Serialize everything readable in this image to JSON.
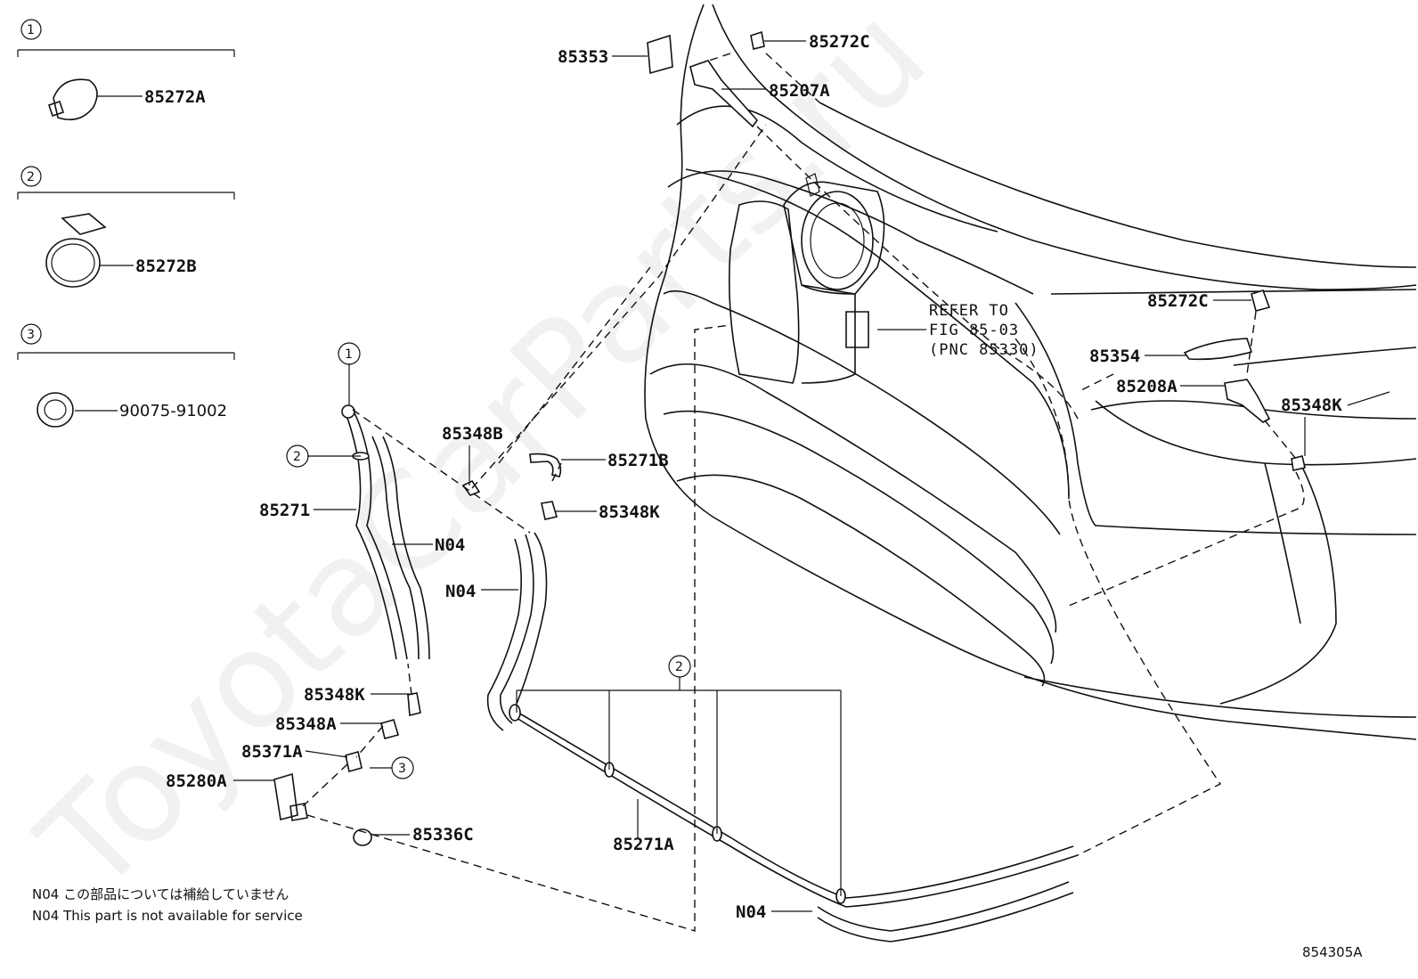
{
  "groups": [
    {
      "num": "1",
      "part": "85272A"
    },
    {
      "num": "2",
      "part": "85272B"
    },
    {
      "num": "3",
      "part": "90075-91002"
    }
  ],
  "labels": {
    "p85353": "85353",
    "p85272C_top": "85272C",
    "p85207A": "85207A",
    "p85348B": "85348B",
    "p85271B": "85271B",
    "p85348K_mid": "85348K",
    "p85271": "85271",
    "p85271_N04": "N04",
    "p85272C_right": "85272C",
    "p85354": "85354",
    "p85208A": "85208A",
    "p85348K_right": "85348K",
    "p85348K_low": "85348K",
    "p85348A": "85348A",
    "p85371A": "85371A",
    "p85280A": "85280A",
    "p85336C": "85336C",
    "p85271A": "85271A",
    "n04_mid": "N04",
    "n04_bottom": "N04",
    "c1": "1",
    "c2": "2",
    "c2b": "2",
    "c3": "3"
  },
  "refer": {
    "line1": "REFER TO",
    "line2": "FIG 85-03",
    "line3": "(PNC 85330)"
  },
  "notes": {
    "jp": "N04 この部品については補給していません",
    "en": "N04 This part is not available for service"
  },
  "figure_id": "854305A",
  "watermark": "ToyotaCarParts.ru"
}
